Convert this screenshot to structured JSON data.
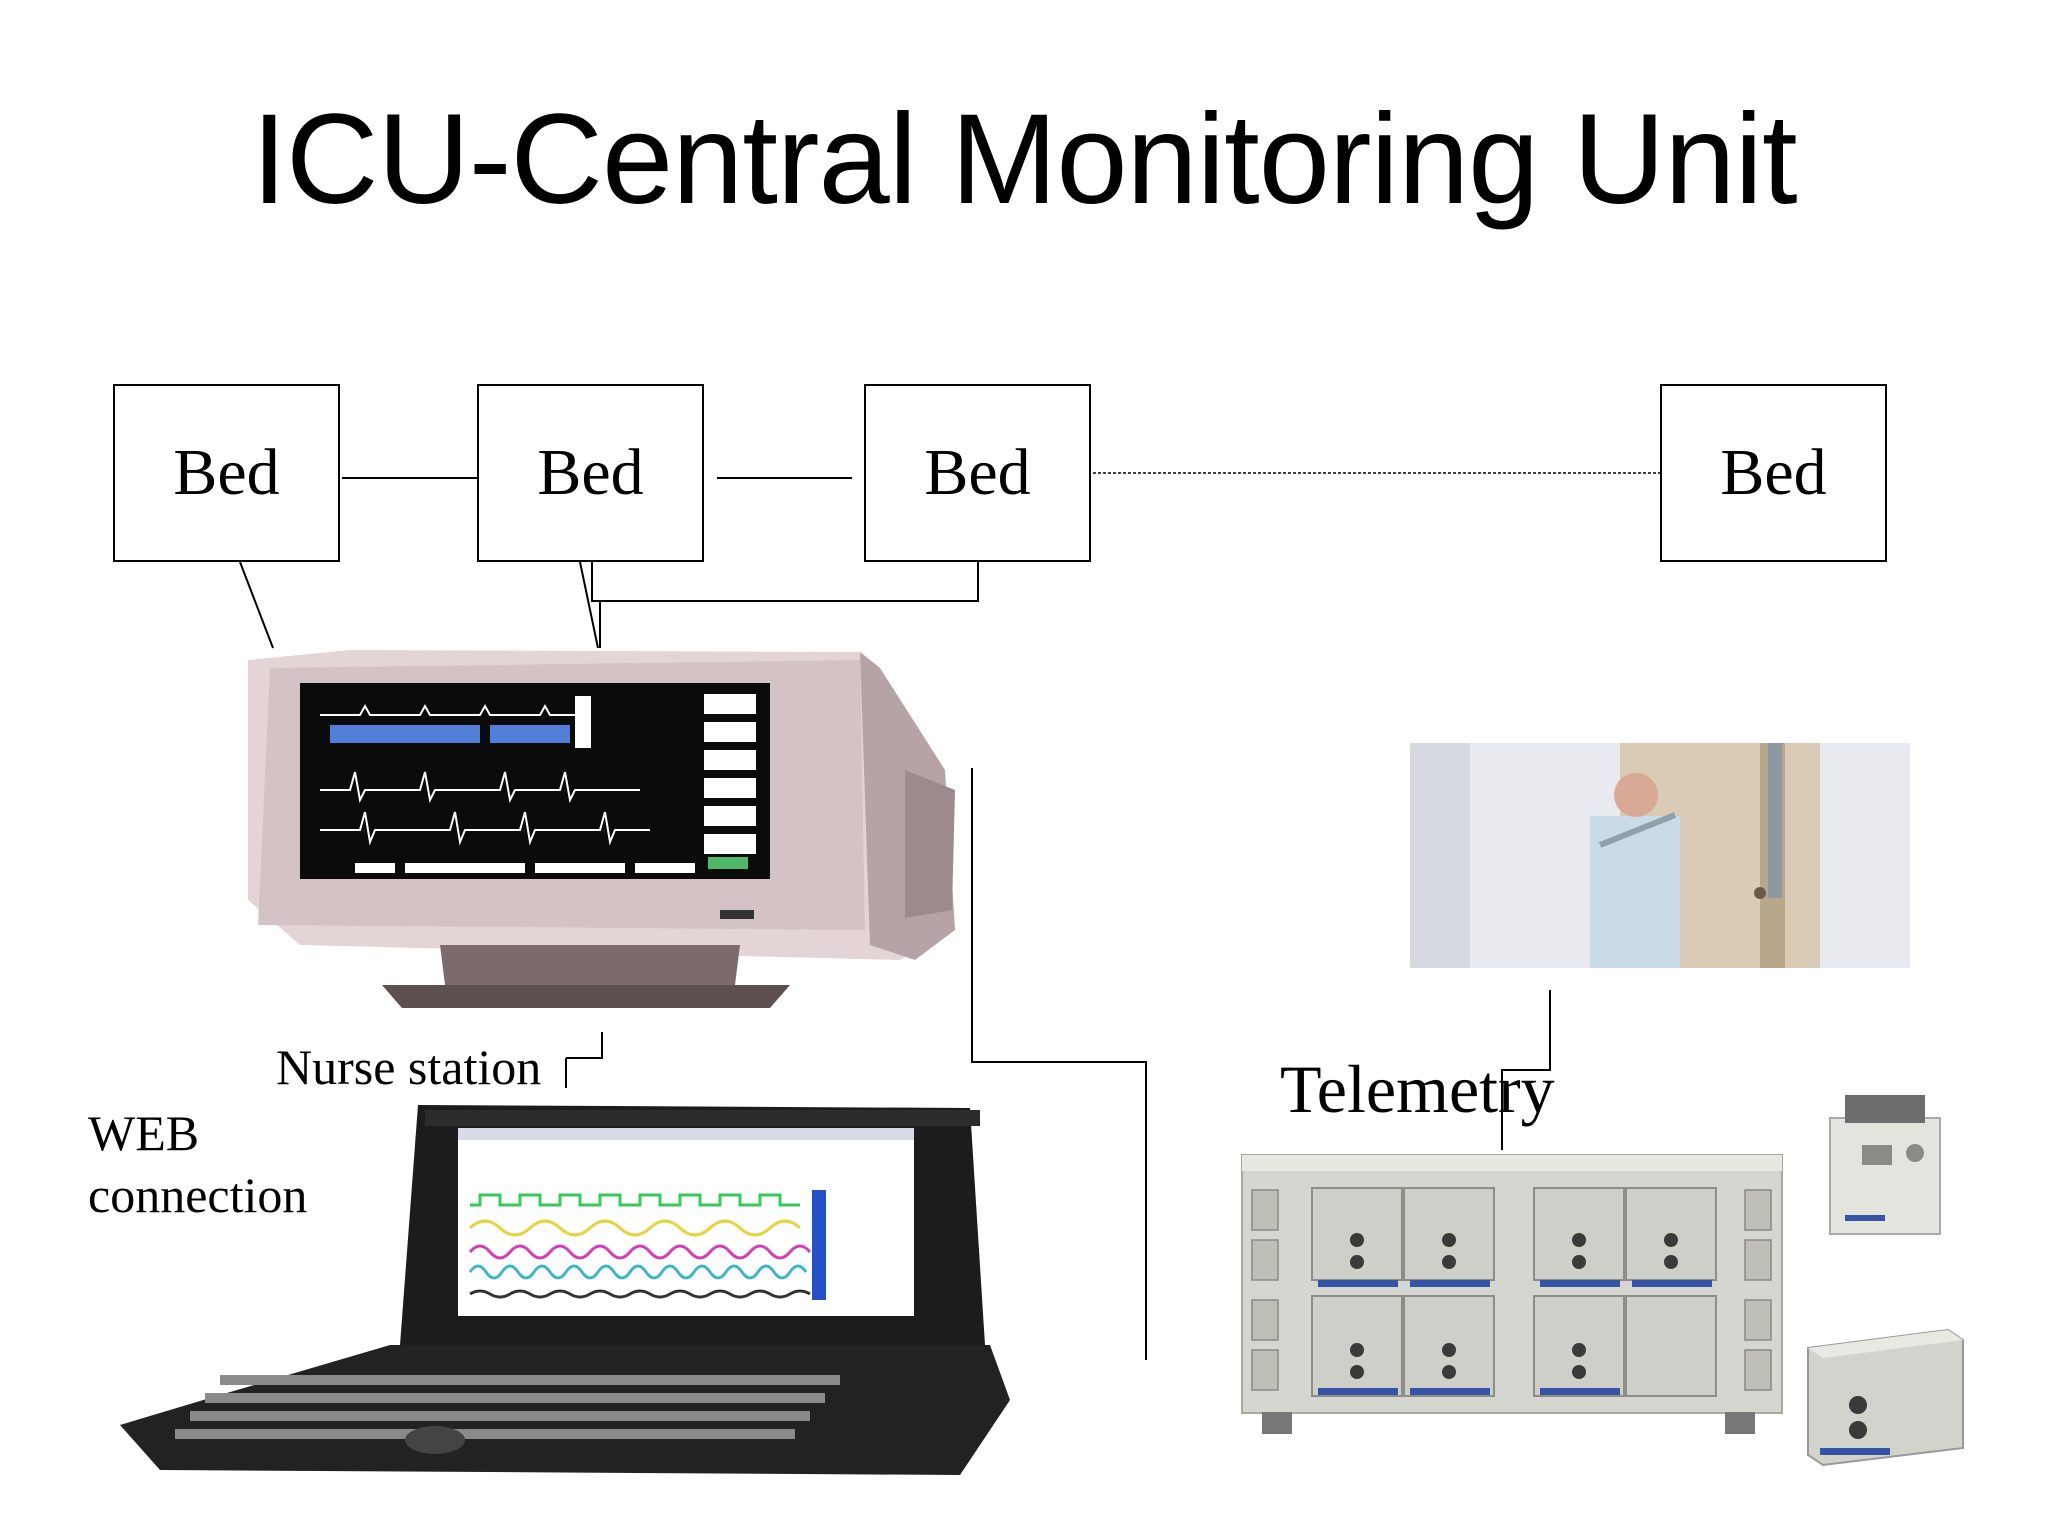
{
  "title": "ICU-Central Monitoring Unit",
  "beds": [
    {
      "label": "Bed"
    },
    {
      "label": "Bed"
    },
    {
      "label": "Bed"
    },
    {
      "label": "Bed"
    }
  ],
  "labels": {
    "nurse_station": "Nurse station",
    "web_connection_line1": "WEB",
    "web_connection_line2": "connection",
    "telemetry": "Telemetry"
  }
}
